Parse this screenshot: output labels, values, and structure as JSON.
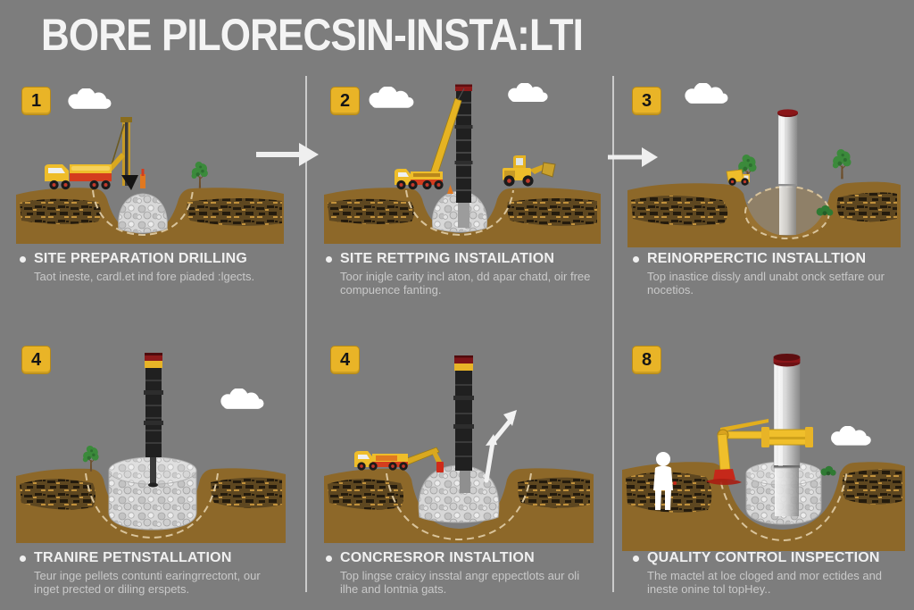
{
  "poster": {
    "title": "BORE PILORECSIN-INSTA:LTI"
  },
  "colors": {
    "background": "#7d7d7d",
    "divider": "#d8d8d8",
    "badge_bg": "#e9b427",
    "badge_text": "#161616",
    "title_text": "#f4f4f4",
    "heading_text": "#f0f0f0",
    "body_text": "#c9c9c9",
    "soil_brown": "#8d6829",
    "rock_dark": "#241b0d",
    "gravel_gray": "#d8d8d8",
    "machine_yellow": "#eebd2a",
    "machine_red": "#d43d1e",
    "pile_dark": "#202020",
    "pile_silver": "#d9d9d9",
    "cap_red": "#7c1418",
    "arrow_white": "#efefef",
    "tree_green": "#3b8a3b"
  },
  "panels": [
    {
      "step": "1",
      "heading": "SITE PREPARATION DRILLING",
      "description": "Taot ineste, cardl.et ind fore piaded :lgects."
    },
    {
      "step": "2",
      "heading": "SITE RETTPING INSTAILATION",
      "description": "Toor inigle carity incl aton, dd apar chatd, oir free compuence fanting."
    },
    {
      "step": "3",
      "heading": "REINORPERCTIC INSTALLTION",
      "description": "Top inastice dissly andl unabt onck setfare our nocetios."
    },
    {
      "step": "4",
      "heading": "TRANIRE PETNSTALLATION",
      "description": "Teur inge pellets contunti earingrrectont, our inget prected or diling erspets."
    },
    {
      "step": "4",
      "heading": "CONCRESROR INSTALTION",
      "description": "Top lingse craicy insstal angr eppectlots aur oli ilhe and lontnia gats."
    },
    {
      "step": "8",
      "heading": "QUALITY CONTROL INSPECTION",
      "description": "The mactel at loe cloged and mor ectides and ineste onine tol topHey.."
    }
  ]
}
